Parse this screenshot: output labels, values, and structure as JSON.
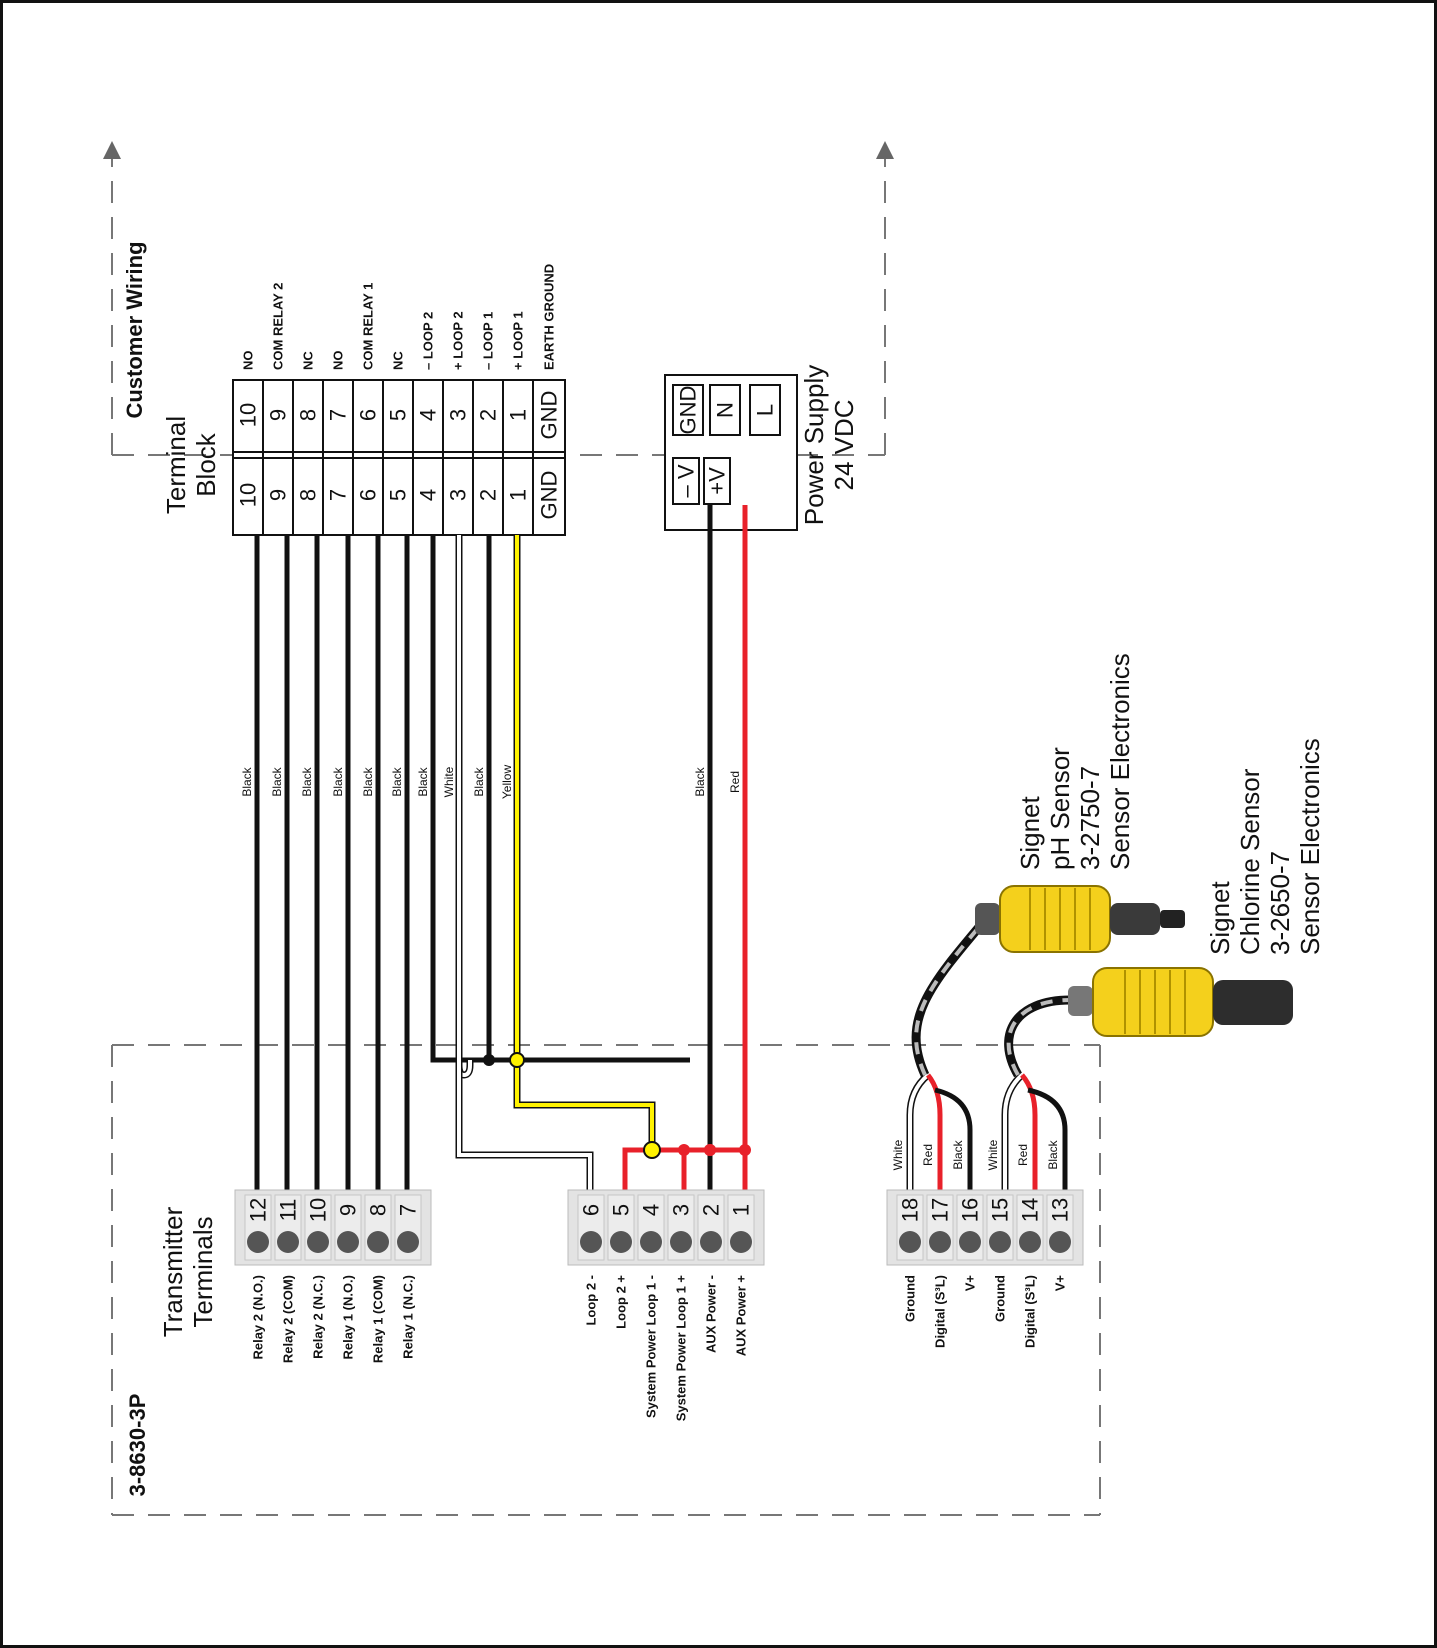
{
  "titles": {
    "customer_wiring": "Customer Wiring",
    "model": "3-8630-3P",
    "terminal_block": [
      "Terminal",
      "Block"
    ],
    "transmitter_terminals": [
      "Transmitter",
      "Terminals"
    ],
    "power_supply": [
      "Power Supply",
      "24 VDC"
    ]
  },
  "terminal_block": {
    "functions": [
      "NO",
      "COM RELAY 2",
      "NC",
      "NO",
      "COM RELAY 1",
      "NC",
      "– LOOP 2",
      "+ LOOP 2",
      "– LOOP 1",
      "+ LOOP 1",
      "EARTH GROUND"
    ],
    "left_numbers": [
      "10",
      "9",
      "8",
      "7",
      "6",
      "5",
      "4",
      "3",
      "2",
      "1",
      "GND"
    ],
    "right_numbers": [
      "10",
      "9",
      "8",
      "7",
      "6",
      "5",
      "4",
      "3",
      "2",
      "1",
      "GND"
    ]
  },
  "power_supply": {
    "inputs": [
      "– V",
      "+V"
    ],
    "outputs": [
      "GND",
      "N",
      "L"
    ]
  },
  "relay_terminals": {
    "numbers": [
      "12",
      "11",
      "10",
      "9",
      "8",
      "7"
    ],
    "labels": [
      "Relay 2 (N.O.)",
      "Relay 2 (COM)",
      "Relay 2 (N.C.)",
      "Relay 1 (N.O.)",
      "Relay 1 (COM)",
      "Relay 1 (N.C.)"
    ]
  },
  "power_terminals": {
    "numbers": [
      "6",
      "5",
      "4",
      "3",
      "2",
      "1"
    ],
    "labels": [
      "Loop 2 -",
      "Loop 2 +",
      "System Power Loop 1 -",
      "System Power Loop 1 +",
      "AUX Power -",
      "AUX Power +"
    ]
  },
  "sensor_terminals": {
    "numbers": [
      "18",
      "17",
      "16",
      "15",
      "14",
      "13"
    ],
    "labels": [
      "Ground",
      "Digital (S³L)",
      "V+",
      "Ground",
      "Digital (S³L)",
      "V+"
    ]
  },
  "relay_wires": [
    "Black",
    "Black",
    "Black",
    "Black",
    "Black",
    "Black"
  ],
  "loop_wires": [
    "Black",
    "White",
    "Black",
    "Yellow"
  ],
  "power_wires": [
    "Black",
    "Red"
  ],
  "sensor_wires": [
    "White",
    "Red",
    "Black",
    "White",
    "Red",
    "Black"
  ],
  "sensors": [
    [
      "Signet",
      "pH Sensor",
      "3-2750-7",
      "Sensor Electronics"
    ],
    [
      "Signet",
      "Chlorine Sensor",
      "3-2650-7",
      "Sensor Electronics"
    ]
  ],
  "colors": {
    "black": "#111111",
    "white": "#ffffff",
    "red": "#e8212a",
    "yellow": "#fff200",
    "connector_yellow": "#f4d01c",
    "terminal_grey": "#d8d8d8"
  }
}
